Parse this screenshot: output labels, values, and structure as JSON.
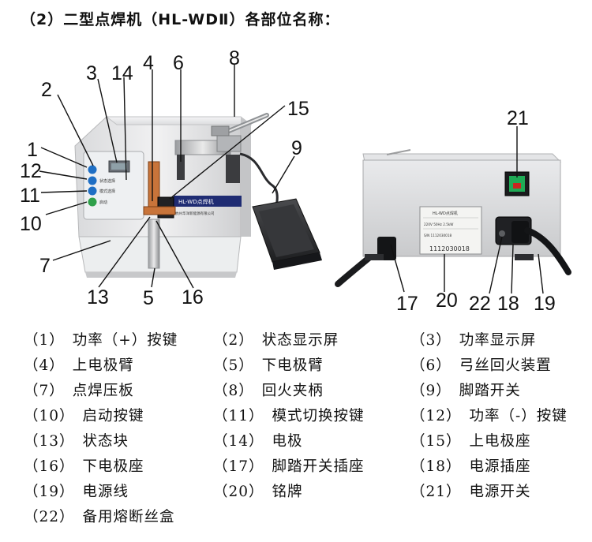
{
  "title": "（2）二型点焊机（HL-WDⅡ）各部位名称：",
  "machine": {
    "panel_label": "HL-WD点焊机",
    "front_texts": [
      "状态选择",
      "模式选择",
      "启动"
    ],
    "company_text": "杭州华洋新能源有限公司",
    "nameplate_title": "HL-WD点焊机",
    "nameplate_rows": [
      "220V 50Hz  2.5kW",
      "S/N 1112030018"
    ],
    "serial": "1112030018"
  },
  "callouts": [
    {
      "id": "1",
      "label": "1"
    },
    {
      "id": "2",
      "label": "2"
    },
    {
      "id": "3",
      "label": "3"
    },
    {
      "id": "4",
      "label": "4"
    },
    {
      "id": "5",
      "label": "5"
    },
    {
      "id": "6",
      "label": "6"
    },
    {
      "id": "7",
      "label": "7"
    },
    {
      "id": "8",
      "label": "8"
    },
    {
      "id": "9",
      "label": "9"
    },
    {
      "id": "10",
      "label": "10"
    },
    {
      "id": "11",
      "label": "11"
    },
    {
      "id": "12",
      "label": "12"
    },
    {
      "id": "13",
      "label": "13"
    },
    {
      "id": "14",
      "label": "14"
    },
    {
      "id": "15",
      "label": "15"
    },
    {
      "id": "16",
      "label": "16"
    },
    {
      "id": "17",
      "label": "17"
    },
    {
      "id": "18",
      "label": "18"
    },
    {
      "id": "19",
      "label": "19"
    },
    {
      "id": "20",
      "label": "20"
    },
    {
      "id": "21",
      "label": "21"
    },
    {
      "id": "22",
      "label": "22"
    }
  ],
  "legend": [
    {
      "num": "（1）",
      "text": "功率（+）按键"
    },
    {
      "num": "（2）",
      "text": "状态显示屏"
    },
    {
      "num": "（3）",
      "text": "功率显示屏"
    },
    {
      "num": "（4）",
      "text": "上电极臂"
    },
    {
      "num": "（5）",
      "text": "下电极臂"
    },
    {
      "num": "（6）",
      "text": "弓丝回火装置"
    },
    {
      "num": "（7）",
      "text": "点焊压板"
    },
    {
      "num": "（8）",
      "text": "回火夹柄"
    },
    {
      "num": "（9）",
      "text": "脚踏开关"
    },
    {
      "num": "（10）",
      "text": "启动按键"
    },
    {
      "num": "（11）",
      "text": "模式切换按键"
    },
    {
      "num": "（12）",
      "text": "功率（-）按键"
    },
    {
      "num": "（13）",
      "text": "状态块"
    },
    {
      "num": "（14）",
      "text": "电极"
    },
    {
      "num": "（15）",
      "text": "上电极座"
    },
    {
      "num": "（16）",
      "text": "下电极座"
    },
    {
      "num": "（17）",
      "text": "脚踏开关插座"
    },
    {
      "num": "（18）",
      "text": "电源插座"
    },
    {
      "num": "（19）",
      "text": "电源线"
    },
    {
      "num": "（20）",
      "text": "铭牌"
    },
    {
      "num": "（21）",
      "text": "电源开关"
    },
    {
      "num": "（22）",
      "text": "备用熔断丝盒"
    }
  ],
  "colors": {
    "button_blue": "#1f6fc4",
    "button_green": "#2fa04a",
    "electrode_copper": "#c8743a",
    "switch_green": "#1faa55",
    "switch_red": "#c8261f"
  }
}
